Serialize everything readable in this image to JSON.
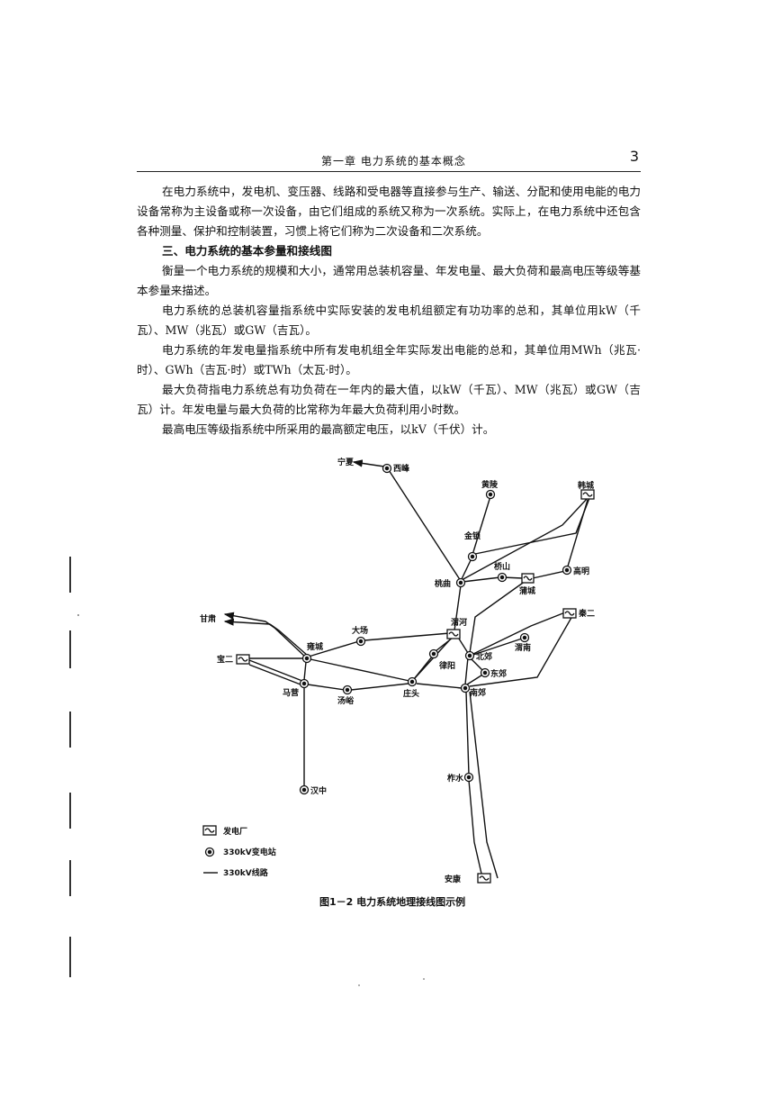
{
  "header": {
    "chapter_title": "第一章 电力系统的基本概念",
    "page_number": "3"
  },
  "paragraphs": [
    "在电力系统中，发电机、变压器、线路和受电器等直接参与生产、输送、分配和使用电能的电力设备常称为主设备或称一次设备，由它们组成的系统又称为一次系统。实际上，在电力系统中还包含各种测量、保护和控制装置，习惯上将它们称为二次设备和二次系统。",
    "三、电力系统的基本参量和接线图",
    "衡量一个电力系统的规模和大小，通常用总装机容量、年发电量、最大负荷和最高电压等级等基本参量来描述。",
    "电力系统的总装机容量指系统中实际安装的发电机组额定有功功率的总和，其单位用kW（千瓦）、MW（兆瓦）或GW（吉瓦）。",
    "电力系统的年发电量指系统中所有发电机组全年实际发出电能的总和，其单位用MWh（兆瓦·时）、GWh（吉瓦·时）或TWh（太瓦·时）。",
    "最大负荷指电力系统总有功负荷在一年内的最大值，以kW（千瓦）、MW（兆瓦）或GW（吉瓦）计。年发电量与最大负荷的比常称为年最大负荷利用小时数。",
    "最高电压等级指系统中所采用的最高额定电压，以kV（千伏）计。"
  ],
  "figure": {
    "nodes": {
      "ningxia": "宁夏",
      "xifeng": "西峰",
      "huangling": "黄陵",
      "hancheng": "韩城",
      "jinsuo": "金锁",
      "qiaoshan": "桥山",
      "puchengsta": "蒲城",
      "gaoming": "高明",
      "xianyang_qu": "桃曲",
      "weihe": "渭河",
      "qinling2": "秦二",
      "gansu": "甘肃",
      "dachang": "大场",
      "yongcheng": "雍城",
      "weinan": "渭南",
      "baoer": "宝二",
      "beijiao": "北郊",
      "lvyang": "律阳",
      "dongjiao": "东郊",
      "mayin": "马营",
      "tangyu": "汤峪",
      "zhuangtou": "庄头",
      "nanjiao": "南郊",
      "zhashui": "柞水",
      "hanzhong": "汉中",
      "ankang": "安康"
    },
    "legend": {
      "plant": "发电厂",
      "substation": "330kV变电站",
      "line": "330kV线路"
    },
    "caption": "图1－2  电力系统地理接线图示例"
  }
}
